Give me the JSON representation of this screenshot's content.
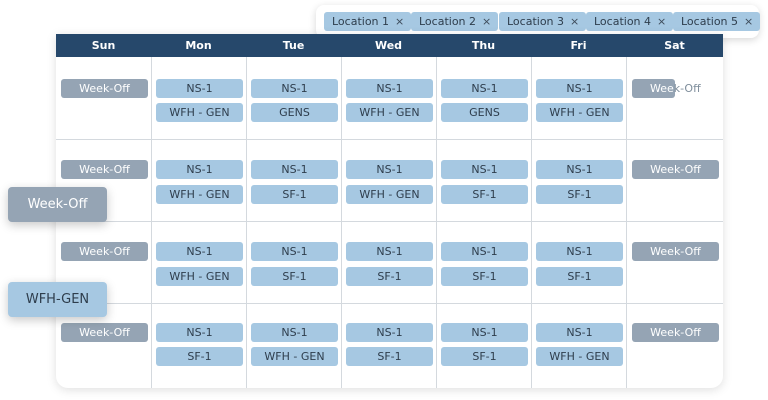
{
  "locations": [
    {
      "label": "Location 1",
      "remove": "×"
    },
    {
      "label": "Location 2",
      "remove": "×"
    },
    {
      "label": "Location 3",
      "remove": "×"
    },
    {
      "label": "Location 4",
      "remove": "×"
    },
    {
      "label": "Location 5",
      "remove": "×"
    }
  ],
  "days": [
    "Sun",
    "Mon",
    "Tue",
    "Wed",
    "Thu",
    "Fri",
    "Sat"
  ],
  "weeks": [
    {
      "sun": [
        "Week-Off"
      ],
      "mon": [
        "NS-1",
        "WFH - GEN"
      ],
      "tue": [
        "NS-1",
        "GENS"
      ],
      "wed": [
        "NS-1",
        "WFH - GEN"
      ],
      "thu": [
        "NS-1",
        "GENS"
      ],
      "fri": [
        "NS-1",
        "WFH - GEN"
      ],
      "sat_partial": {
        "first": "Wee",
        "rest": "k-Off"
      }
    },
    {
      "sun": [
        "Week-Off"
      ],
      "mon": [
        "NS-1",
        "WFH - GEN"
      ],
      "tue": [
        "NS-1",
        "SF-1"
      ],
      "wed": [
        "NS-1",
        "WFH - GEN"
      ],
      "thu": [
        "NS-1",
        "SF-1"
      ],
      "fri": [
        "NS-1",
        "SF-1"
      ],
      "sat": [
        "Week-Off"
      ]
    },
    {
      "sun": [
        "Week-Off"
      ],
      "mon": [
        "NS-1",
        "WFH - GEN"
      ],
      "tue": [
        "NS-1",
        "SF-1"
      ],
      "wed": [
        "NS-1",
        "SF-1"
      ],
      "thu": [
        "NS-1",
        "SF-1"
      ],
      "fri": [
        "NS-1",
        "SF-1"
      ],
      "sat": [
        "Week-Off"
      ]
    },
    {
      "sun": [
        "Week-Off"
      ],
      "mon": [
        "NS-1",
        "SF-1"
      ],
      "tue": [
        "NS-1",
        "WFH - GEN"
      ],
      "wed": [
        "NS-1",
        "SF-1"
      ],
      "thu": [
        "NS-1",
        "SF-1"
      ],
      "fri": [
        "NS-1",
        "WFH - GEN"
      ],
      "sat": [
        "Week-Off"
      ]
    }
  ],
  "dragging": [
    {
      "label": "Week-Off",
      "kind": "week-off"
    },
    {
      "label": "WFH-GEN",
      "kind": "shift"
    }
  ],
  "colors": {
    "header": "#26486b",
    "shift_chip": "#a6c8e2",
    "week_off_chip": "#95a4b4"
  }
}
